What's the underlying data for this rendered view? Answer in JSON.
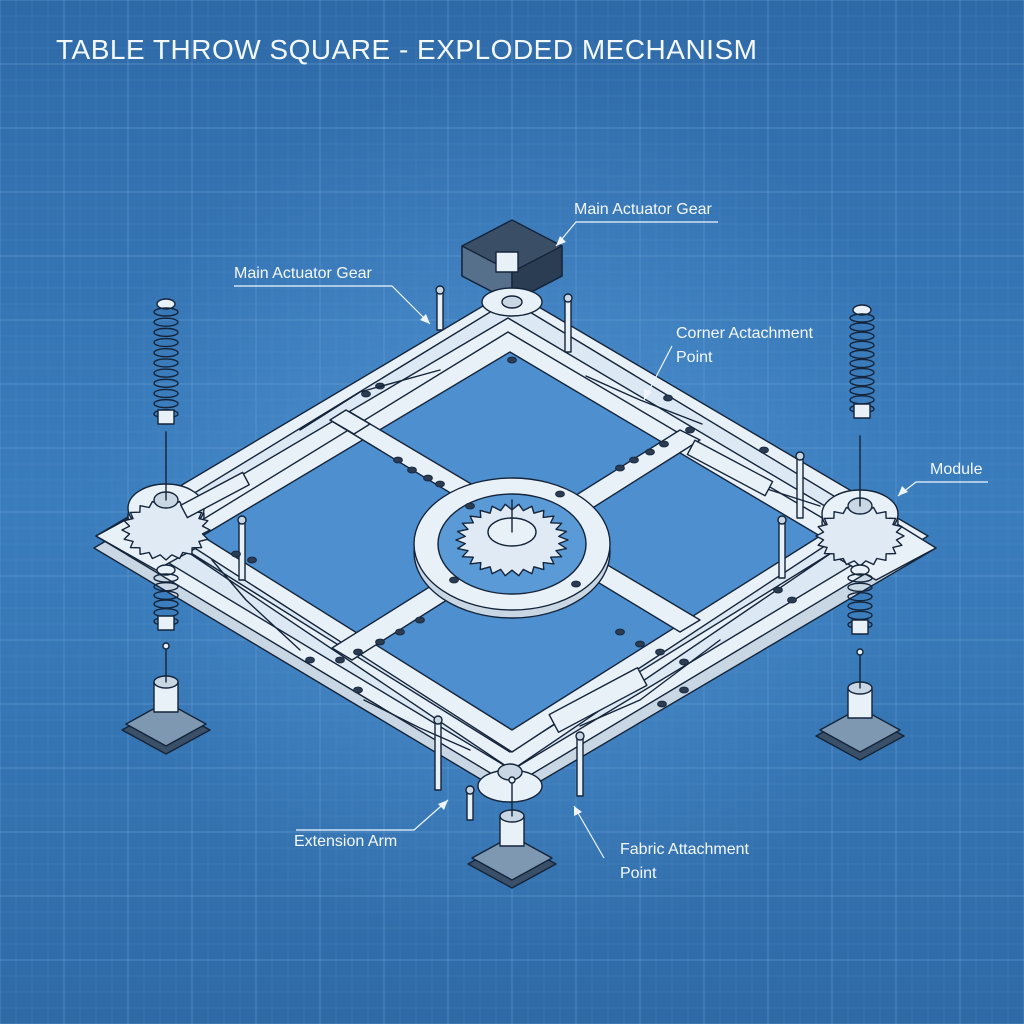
{
  "title": "TABLE THROW SQUARE - EXPLODED MECHANISM",
  "callouts": {
    "top_gear": "Main Actuator Gear",
    "left_gear": "Main Actuator Gear",
    "corner_line1": "Corner Actachment",
    "corner_line2": "Point",
    "module": "Module",
    "extension_arm": "Extension Arm",
    "fabric_line1": "Fabric Attachment",
    "fabric_line2": "Point"
  },
  "colors": {
    "background": "#2f6aa6",
    "grid": "#6aa2d6",
    "line": "#14243a",
    "part_fill": "#e9f1f8",
    "text": "#f4f8ff"
  },
  "icons": [
    "gear-icon",
    "spring-icon",
    "mounting-bracket-icon",
    "pin-icon"
  ]
}
